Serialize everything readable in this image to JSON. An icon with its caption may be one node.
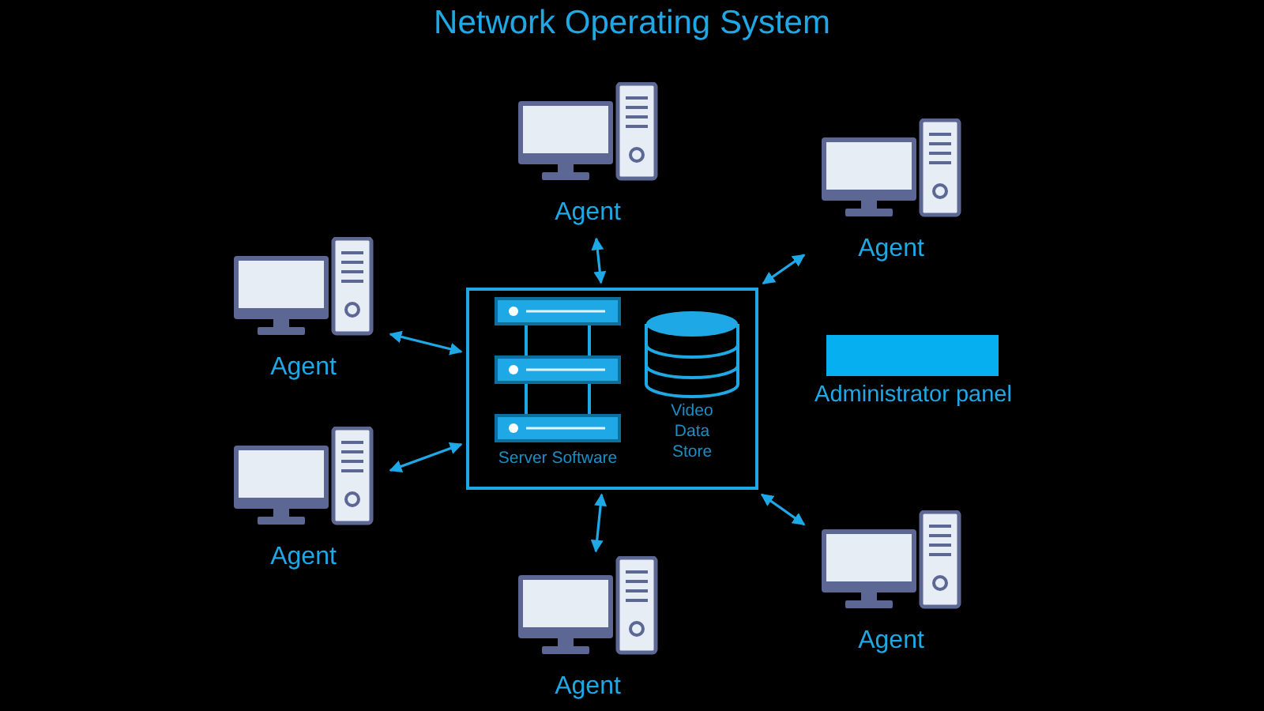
{
  "diagram": {
    "title": "Network Operating System",
    "nodes": [
      {
        "text": [],
        "shape": "box"
      },
      {
        "text": [
          "Server Software"
        ],
        "in": 0
      },
      {
        "text": [
          "Video Data Store"
        ],
        "in": 0
      },
      {
        "text": [
          "Agent"
        ]
      },
      {
        "text": [
          "Agent"
        ]
      },
      {
        "text": [
          "Agent"
        ]
      },
      {
        "text": [
          "Agent"
        ]
      },
      {
        "text": [
          "Agent"
        ]
      },
      {
        "text": [
          "Agent"
        ]
      },
      {
        "text": [
          "Administrator panel"
        ]
      }
    ],
    "edges": [
      {
        "from": 3,
        "to": 0,
        "arrow": "both"
      },
      {
        "from": 4,
        "to": 0,
        "arrow": "both"
      },
      {
        "from": 5,
        "to": 0,
        "arrow": "both"
      },
      {
        "from": 6,
        "to": 0,
        "arrow": "both"
      },
      {
        "from": 7,
        "to": 0,
        "arrow": "both"
      },
      {
        "from": 8,
        "to": 0,
        "arrow": "both"
      }
    ]
  }
}
